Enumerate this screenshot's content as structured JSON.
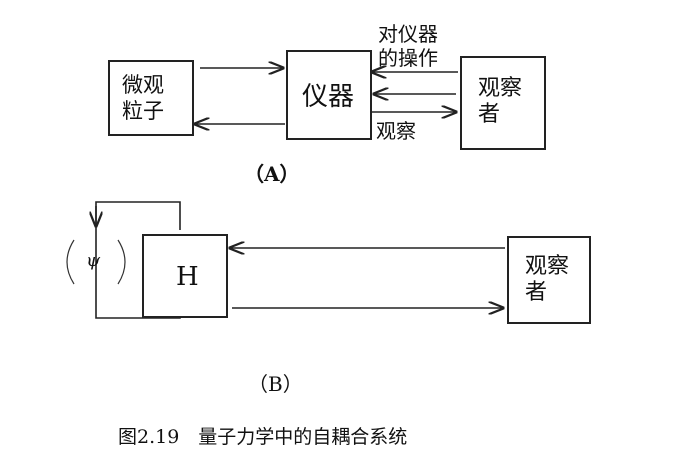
{
  "panel_a": {
    "box_micro": "微观\n粒子",
    "box_instrument": "仪器",
    "box_observer": "观察\n者",
    "arrow_operation_label": "对仪器\n的操作",
    "arrow_observe_label": "观察",
    "caption": "（A）"
  },
  "panel_b": {
    "box_h": "H",
    "psi_label": "ψ",
    "box_observer": "观察\n者",
    "caption": "（B）"
  },
  "figure_caption": "图2.19　量子力学中的自耦合系统"
}
